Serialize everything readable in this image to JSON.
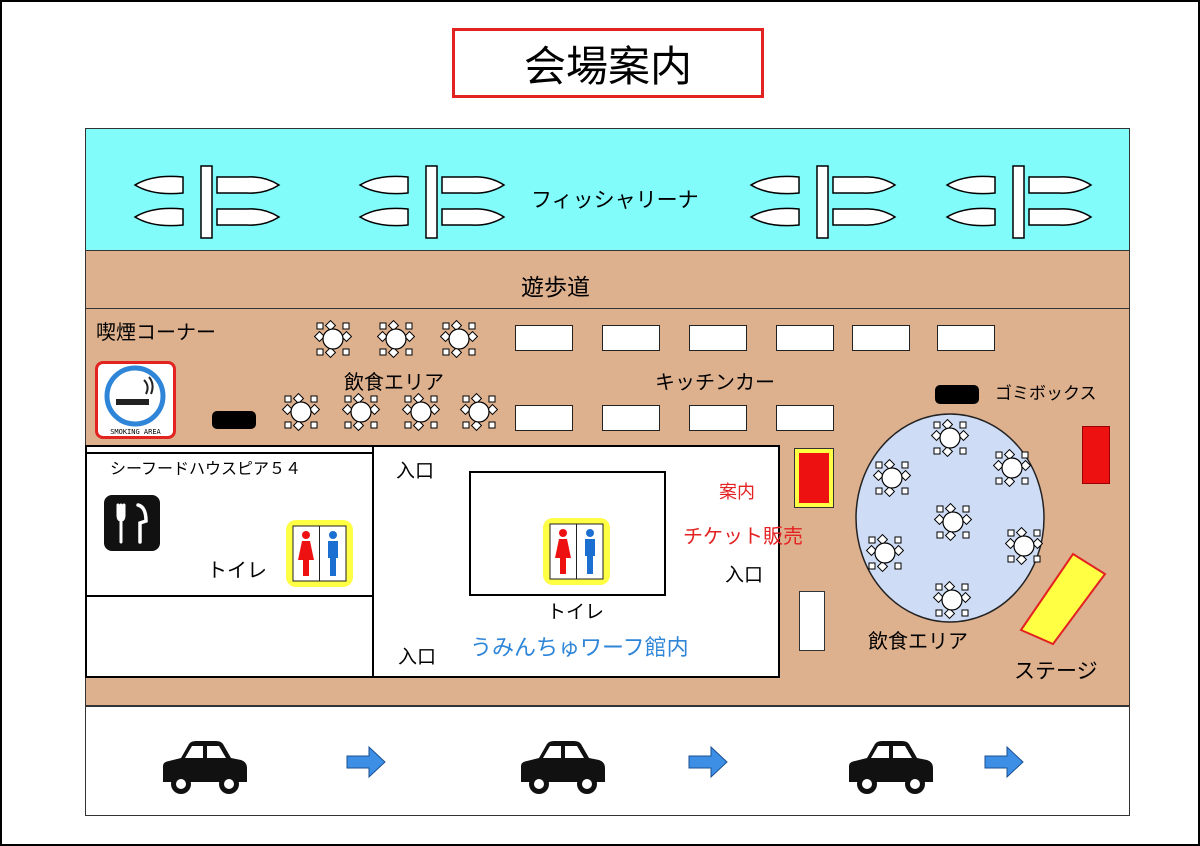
{
  "title": "会場案内",
  "areas": {
    "fishing": "フィッシャリーナ",
    "promenade": "遊歩道",
    "smoking_corner": "喫煙コーナー",
    "dining_area_1": "飲食エリア",
    "kitchen_car": "キッチンカー",
    "garbage_box": "ゴミボックス",
    "seafood_house": "シーフードハウスピア５４",
    "toilet_1": "トイレ",
    "entrance_1": "入口",
    "information": "案内",
    "ticket": "チケット販売",
    "entrance_2": "入口",
    "toilet_2": "トイレ",
    "entrance_3": "入口",
    "building": "うみんちゅワーフ館内",
    "dining_area_2": "飲食エリア",
    "stage": "ステージ"
  },
  "smoking_sign": "SMOKING AREA",
  "icons": [
    "boat-icon",
    "smoking-icon",
    "restaurant-icon",
    "restroom-icon",
    "table-icon",
    "car-icon",
    "arrow-right-icon"
  ],
  "colors": {
    "water": "#82fcfb",
    "ground": "#ddb08e",
    "accent_red": "#e32222",
    "accent_blue": "#2f86d8",
    "dining_circle": "#cfdcf5",
    "highlight_yellow": "#ffff44"
  }
}
